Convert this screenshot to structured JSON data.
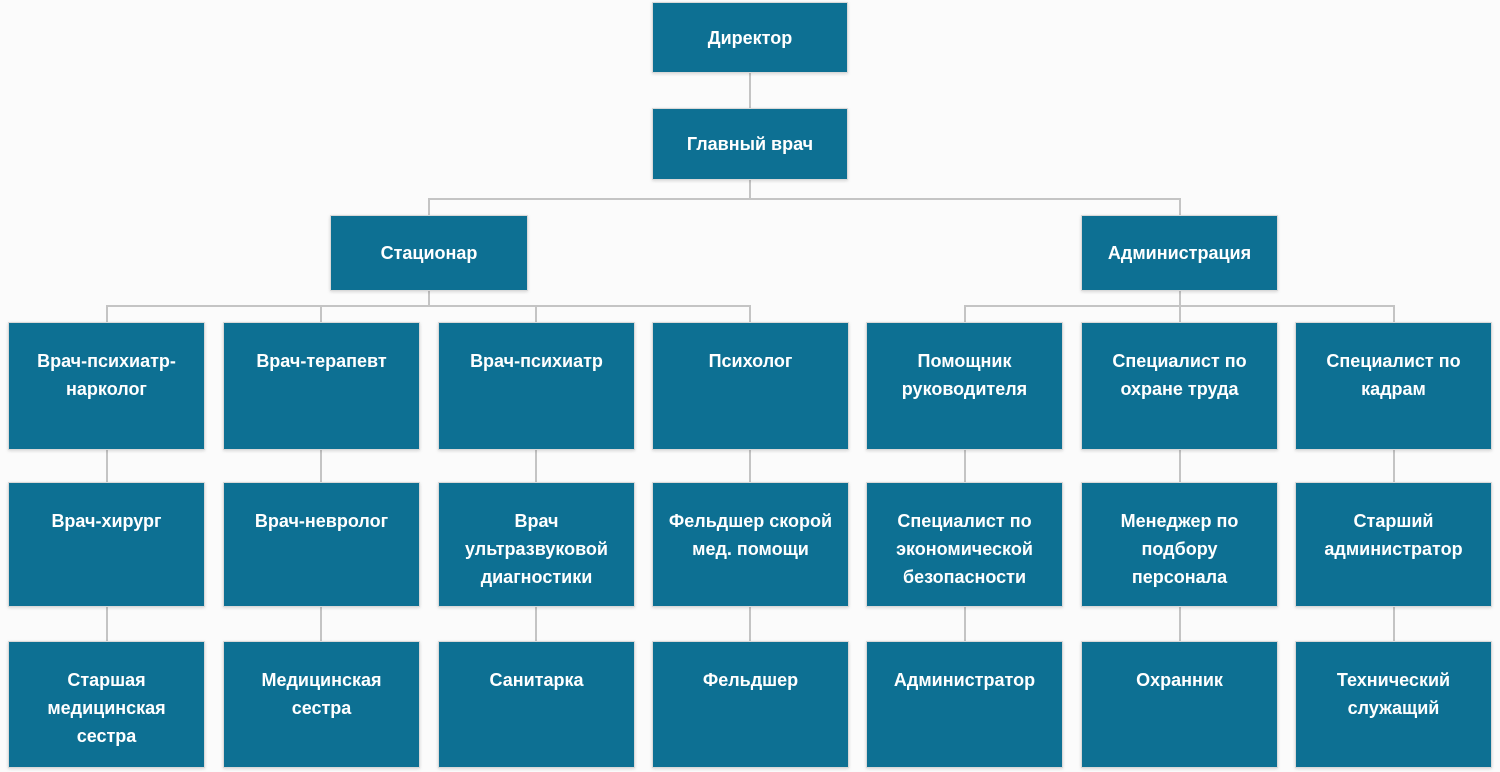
{
  "chart": {
    "type": "org-chart",
    "nodes": {
      "director": "Директор",
      "chief_doctor": "Главный врач",
      "stationar": "Стационар",
      "administration": "Администрация"
    },
    "columns": [
      {
        "branch": "Стационар",
        "top": "Врач-психиатр-\nнарколог",
        "middle": "Врач-хирург",
        "bottom": "Старшая\nмедицинская\nсестра"
      },
      {
        "branch": "Стационар",
        "top": "Врач-терапевт",
        "middle": "Врач-невролог",
        "bottom": "Медицинская\nсестра"
      },
      {
        "branch": "Стационар",
        "top": "Врач-психиатр",
        "middle": "Врач\nультразвуковой\nдиагностики",
        "bottom": "Санитарка"
      },
      {
        "branch": "Стационар",
        "top": "Психолог",
        "middle": "Фельдшер скорой\nмед. помощи",
        "bottom": "Фельдшер"
      },
      {
        "branch": "Администрация",
        "top": "Помощник\nруководителя",
        "middle": "Специалист по\nэкономической\nбезопасности",
        "bottom": "Администратор"
      },
      {
        "branch": "Администрация",
        "top": "Специалист по\nохране труда",
        "middle": "Менеджер по\nподбору\nперсонала",
        "bottom": "Охранник"
      },
      {
        "branch": "Администрация",
        "top": "Специалист по\nкадрам",
        "middle": "Старший\nадминистратор",
        "bottom": "Технический\nслужащий"
      }
    ]
  },
  "colors": {
    "node_fill": "#0d7093",
    "node_text": "#ffffff",
    "connector": "#c4c4c4",
    "background": "#fbfbfb"
  }
}
